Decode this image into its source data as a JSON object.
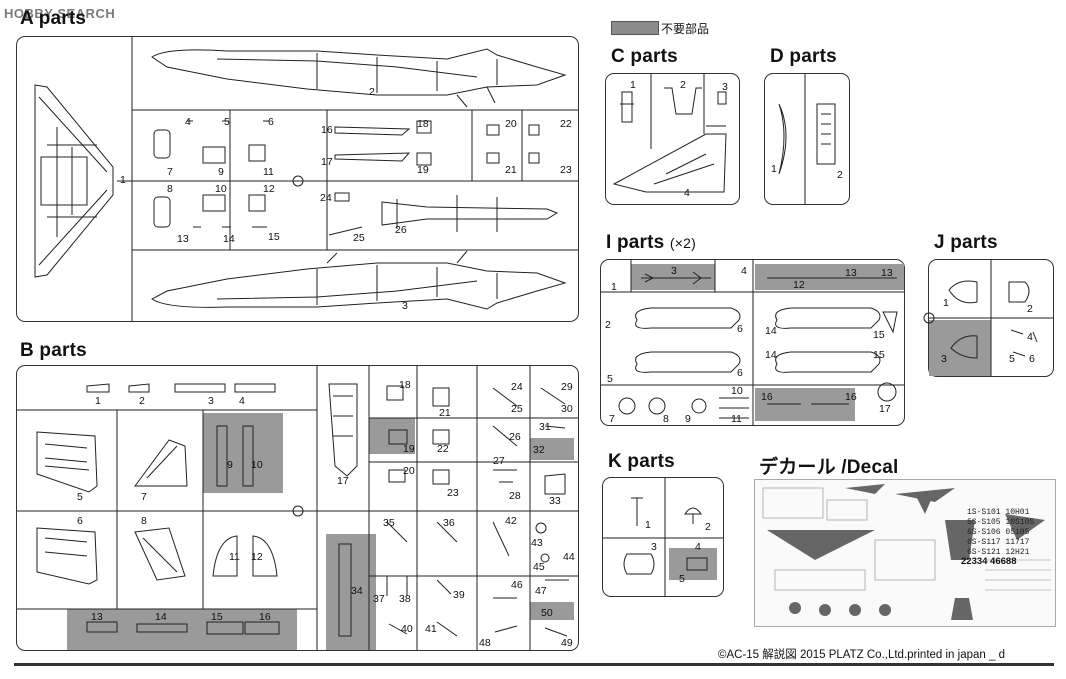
{
  "watermark": "HOBBY SEARCH",
  "legend": {
    "label": "不要部品",
    "shade_color": "#8c8c8c"
  },
  "sections": {
    "a": {
      "title": "A parts",
      "labels": [
        "1",
        "2",
        "3",
        "4",
        "5",
        "6",
        "7",
        "8",
        "9",
        "10",
        "11",
        "12",
        "13",
        "14",
        "15",
        "16",
        "17",
        "18",
        "19",
        "20",
        "21",
        "22",
        "23",
        "24",
        "25",
        "26"
      ]
    },
    "b": {
      "title": "B parts",
      "labels": [
        "1",
        "2",
        "3",
        "4",
        "5",
        "6",
        "7",
        "8",
        "9",
        "10",
        "11",
        "12",
        "13",
        "14",
        "15",
        "16",
        "17",
        "18",
        "19",
        "20",
        "21",
        "22",
        "23",
        "24",
        "25",
        "26",
        "27",
        "28",
        "29",
        "30",
        "31",
        "32",
        "33",
        "34",
        "35",
        "36",
        "37",
        "38",
        "39",
        "40",
        "41",
        "42",
        "43",
        "44",
        "45",
        "46",
        "47",
        "48",
        "49",
        "50"
      ]
    },
    "c": {
      "title": "C parts",
      "labels": [
        "1",
        "2",
        "3",
        "4"
      ]
    },
    "d": {
      "title": "D parts",
      "labels": [
        "1",
        "2"
      ]
    },
    "i": {
      "title": "I parts",
      "multiplier": "(×2)",
      "labels": [
        "1",
        "2",
        "3",
        "4",
        "5",
        "6",
        "6",
        "7",
        "8",
        "9",
        "10",
        "11",
        "12",
        "13",
        "13",
        "14",
        "14",
        "15",
        "15",
        "16",
        "16",
        "17"
      ]
    },
    "j": {
      "title": "J parts",
      "labels": [
        "1",
        "2",
        "3",
        "4",
        "5",
        "6"
      ]
    },
    "k": {
      "title": "K parts",
      "labels": [
        "1",
        "2",
        "3",
        "4",
        "5"
      ]
    },
    "decal": {
      "title": "デカール /Decal",
      "codes": [
        "1S-S101 10H01",
        "5S-S105 10S105",
        "6S-S106 05105",
        "6S-S117 11717",
        "6S-S121 12H21",
        "22334 46688"
      ]
    }
  },
  "footer": "©AC-15 解説図  2015 PLATZ Co.,Ltd.printed in japan _ d"
}
